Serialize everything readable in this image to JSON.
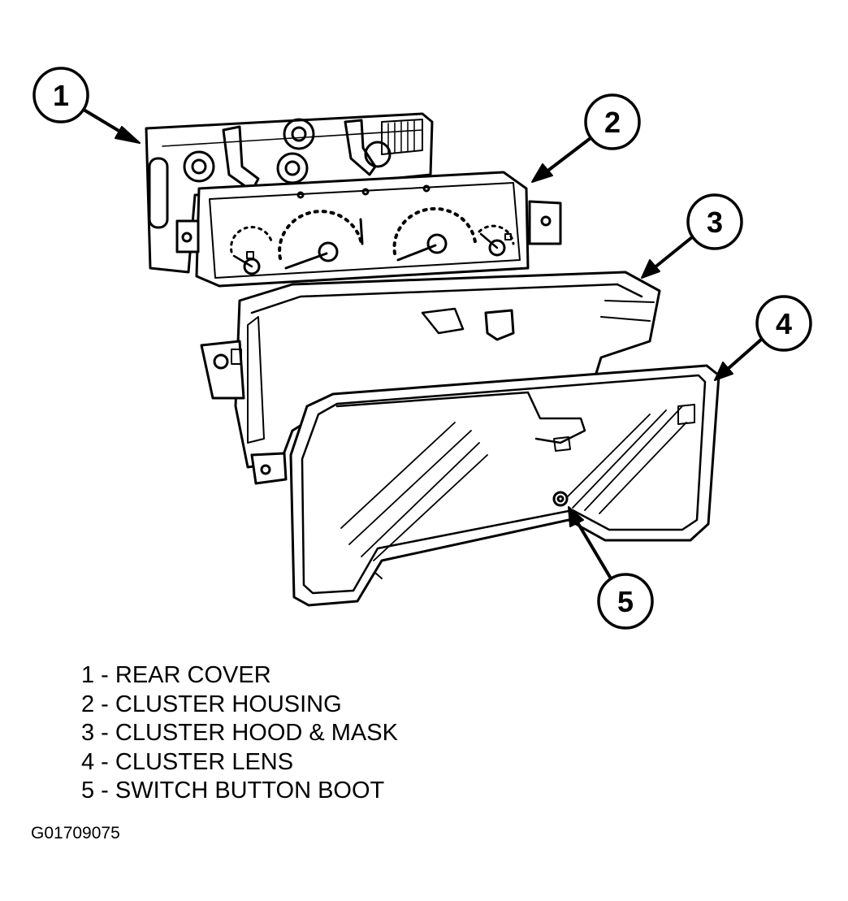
{
  "callouts": [
    {
      "number": "1"
    },
    {
      "number": "2"
    },
    {
      "number": "3"
    },
    {
      "number": "4"
    },
    {
      "number": "5"
    }
  ],
  "legend": [
    {
      "text": "1 - REAR COVER"
    },
    {
      "text": "2 - CLUSTER HOUSING"
    },
    {
      "text": "3 - CLUSTER HOOD & MASK"
    },
    {
      "text": "4 - CLUSTER LENS"
    },
    {
      "text": "5 - SWITCH BUTTON BOOT"
    }
  ],
  "figure_code": "G01709075",
  "colors": {
    "line": "#000000",
    "background": "#ffffff"
  }
}
